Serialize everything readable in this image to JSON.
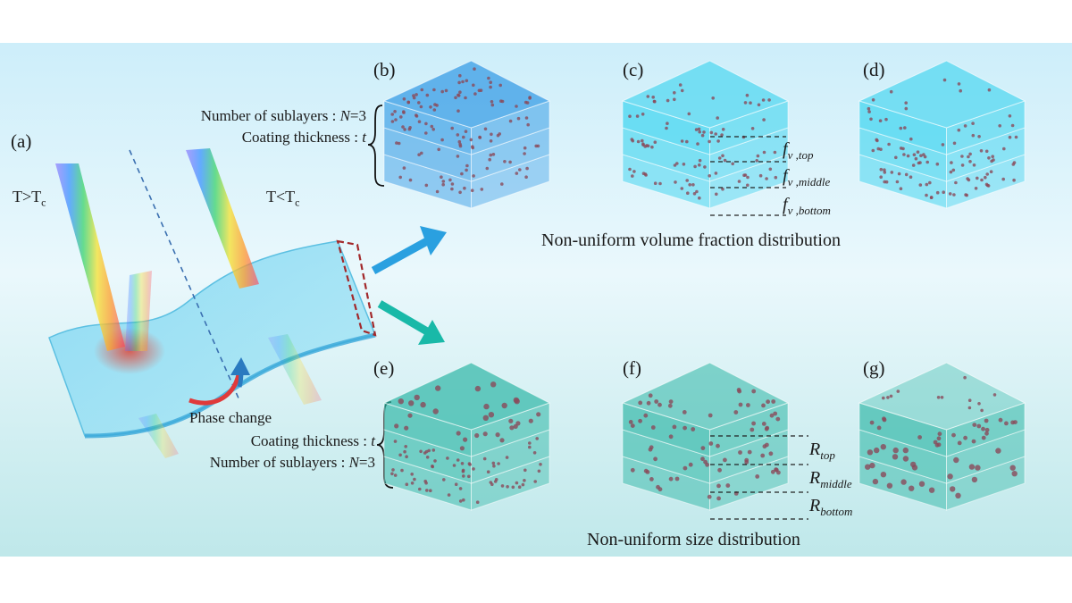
{
  "colors": {
    "background": "#d7f1f8",
    "blue_block": "#3a9ee6",
    "cyan_block": "#36d2ee",
    "teal_block": "#2fb7a6",
    "particle": "#8a4a5a",
    "arrow_blue": "#2aa0e0",
    "arrow_teal": "#19b9a8",
    "phase_arrow_red": "#e03a3a"
  },
  "left": {
    "panel_label": "(a)",
    "temp_hot": "T>T",
    "temp_cold": "T<T",
    "temp_sub": "c",
    "phase_change": "Phase change"
  },
  "top_row": {
    "panel_labels": [
      "(b)",
      "(c)",
      "(d)"
    ],
    "sublayers_label": "Number of sublayers : ",
    "sublayers_var": "N",
    "sublayers_value": "=3",
    "thickness_label": "Coating thickness : ",
    "thickness_var": "t",
    "fraction_symbol": "f",
    "fraction_subs": [
      "v ,top",
      "v ,middle",
      "v ,bottom"
    ],
    "caption": "Non-uniform volume fraction distribution"
  },
  "bottom_row": {
    "panel_labels": [
      "(e)",
      "(f)",
      "(g)"
    ],
    "thickness_label": "Coating thickness : ",
    "thickness_var": "t",
    "sublayers_label": "Number of sublayers : ",
    "sublayers_var": "N",
    "sublayers_value": "=3",
    "radius_symbol": "R",
    "radius_subs": [
      "top",
      "middle",
      "bottom"
    ],
    "caption": "Non-uniform size distribution"
  },
  "icons": [
    "rainbow-beam-icon",
    "flow-arrow-icon",
    "curly-brace-icon",
    "phase-change-arrow-icon"
  ]
}
